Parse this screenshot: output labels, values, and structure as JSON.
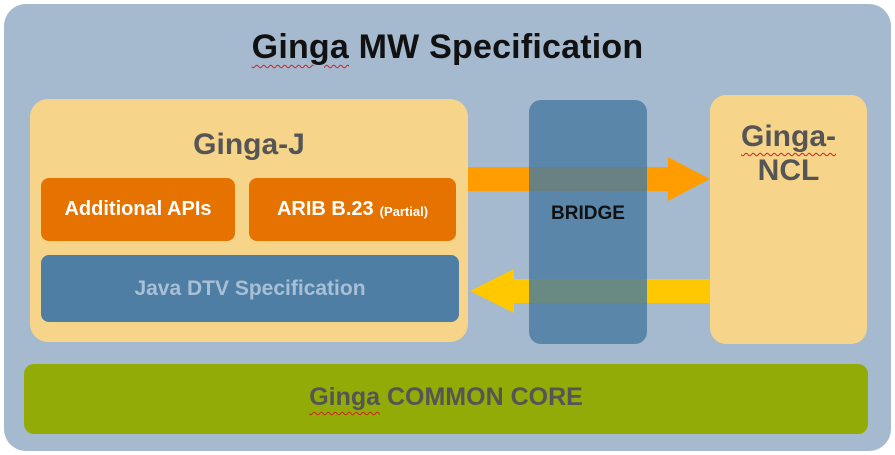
{
  "title": {
    "prefix": "Ginga",
    "rest": " MW Specification"
  },
  "ginga_j": {
    "label": "Ginga-J",
    "additional_apis": "Additional APIs",
    "arib_main": "ARIB B.23",
    "arib_note": "(Partial)",
    "java_dtv": "Java DTV Specification"
  },
  "bridge": {
    "label": "BRIDGE"
  },
  "ginga_ncl": {
    "line1": "Ginga-",
    "line2": "NCL"
  },
  "common_core": {
    "prefix": "Ginga",
    "rest": " COMMON CORE"
  },
  "colors": {
    "background": "#a5b9cf",
    "box_fill": "#f6d48a",
    "orange": "#e67200",
    "blue": "#4e7ea3",
    "green": "#92ab07",
    "arrow_right": "#ff9d00",
    "arrow_left": "#ffc800"
  }
}
